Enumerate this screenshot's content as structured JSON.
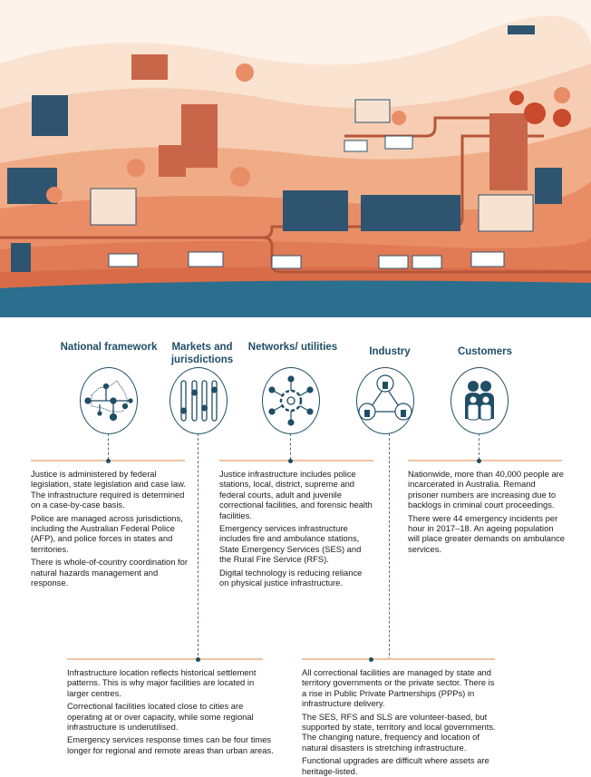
{
  "columns": [
    {
      "heading": "National framework",
      "icon": "australia-network-icon"
    },
    {
      "heading": "Markets and jurisdictions",
      "icon": "sliders-icon"
    },
    {
      "heading": "Networks/ utilities",
      "icon": "gear-network-icon"
    },
    {
      "heading": "Industry",
      "icon": "people-groups-icon"
    },
    {
      "heading": "Customers",
      "icon": "family-icon"
    }
  ],
  "blocks": {
    "national": [
      "Justice is administered by federal legislation, state legislation and case law. The infrastructure required is determined on a case-by-case basis.",
      "Police are managed across jurisdictions, including the Australian Federal Police (AFP), and police forces in states and territories.",
      "There is whole-of-country coordination for natural hazards management and response."
    ],
    "networks": [
      "Justice infrastructure includes police stations, local, district, supreme and federal courts, adult and juvenile correctional facilities, and forensic health facilities.",
      "Emergency services infrastructure includes fire and ambulance stations, State Emergency Services (SES) and the Rural Fire Service (RFS).",
      "Digital technology is reducing reliance on physical justice infrastructure."
    ],
    "customers": [
      "Nationwide, more than 40,000 people are incarcerated in Australia. Remand prisoner numbers are increasing due to backlogs in criminal court proceedings.",
      "There were 44 emergency incidents per hour in 2017–18. An ageing population will place greater demands on ambulance services."
    ],
    "markets": [
      "Infrastructure location reflects historical settlement patterns. This is why major facilities are located in larger centres.",
      "Correctional facilities located close to cities are operating at or over capacity, while some regional infrastructure is underutilised.",
      "Emergency services response times can be four times longer for regional and remote areas than urban areas."
    ],
    "industry": [
      "All correctional facilities are managed by state and territory governments or the private sector. There is a rise in Public Private Partnerships (PPPs) in infrastructure delivery.",
      "The SES, RFS and SLS are volunteer-based, but supported by state, territory and local governments. The changing nature, frequency and location of natural disasters is stretching infrastructure.",
      "Functional upgrades are difficult where assets are heritage-listed."
    ]
  },
  "colors": {
    "navy": "#1f4e66",
    "rule": "#f0c4a3",
    "hill_light": "#f8d9c2",
    "hill_mid": "#f0a982",
    "hill_dark": "#e58a62",
    "road": "#b4563b",
    "water": "#2c6e8e"
  }
}
